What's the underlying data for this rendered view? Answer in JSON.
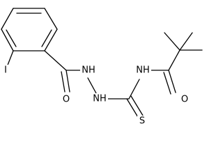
{
  "molecule": {
    "atoms": {
      "iodine": "I",
      "carbonyl_oxygen_left": "O",
      "hydrazide_nh_1": "NH",
      "hydrazide_nh_2": "NH",
      "amide_nh": "NH",
      "thione_sulfur": "S",
      "carbonyl_oxygen_right": "O"
    }
  }
}
